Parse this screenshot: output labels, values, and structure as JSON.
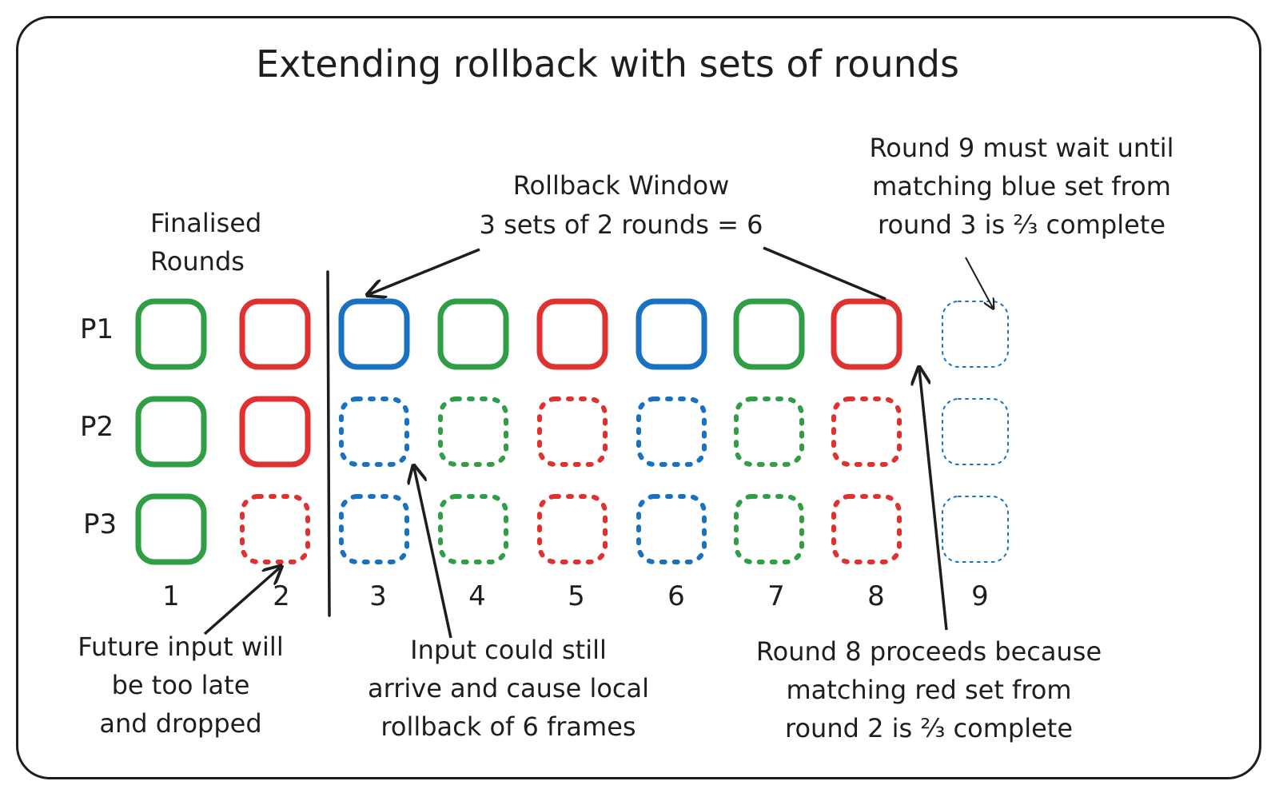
{
  "title": "Extending rollback with sets of rounds",
  "colors": {
    "green": "#2f9e44",
    "red": "#e03131",
    "blue": "#1971c2",
    "ink": "#1e1e1e"
  },
  "rows": [
    "P1",
    "P2",
    "P3"
  ],
  "rounds": [
    "1",
    "2",
    "3",
    "4",
    "5",
    "6",
    "7",
    "8",
    "9"
  ],
  "round_colors": [
    "green",
    "red",
    "blue",
    "green",
    "red",
    "blue",
    "green",
    "red",
    "blue"
  ],
  "grid_states": [
    [
      "solid",
      "solid",
      "solid",
      "solid",
      "solid",
      "solid",
      "solid",
      "solid",
      "empty"
    ],
    [
      "solid",
      "solid",
      "dotted",
      "dotted",
      "dotted",
      "dotted",
      "dotted",
      "dotted",
      "empty"
    ],
    [
      "solid",
      "dotted",
      "dotted",
      "dotted",
      "dotted",
      "dotted",
      "dotted",
      "dotted",
      "empty"
    ]
  ],
  "annotations": {
    "finalised": [
      "Finalised",
      "Rounds"
    ],
    "rollback_window": [
      "Rollback Window",
      "3 sets of 2 rounds = 6"
    ],
    "round9": [
      "Round 9 must wait until",
      "matching blue set from",
      "round 3 is ⅔ complete"
    ],
    "future_input": [
      "Future input will",
      "be too late",
      "and dropped"
    ],
    "input_could": [
      "Input could still",
      "arrive and cause local",
      "rollback of 6 frames"
    ],
    "round8": [
      "Round 8 proceeds because",
      "matching red set from",
      "round 2 is ⅔ complete"
    ]
  }
}
